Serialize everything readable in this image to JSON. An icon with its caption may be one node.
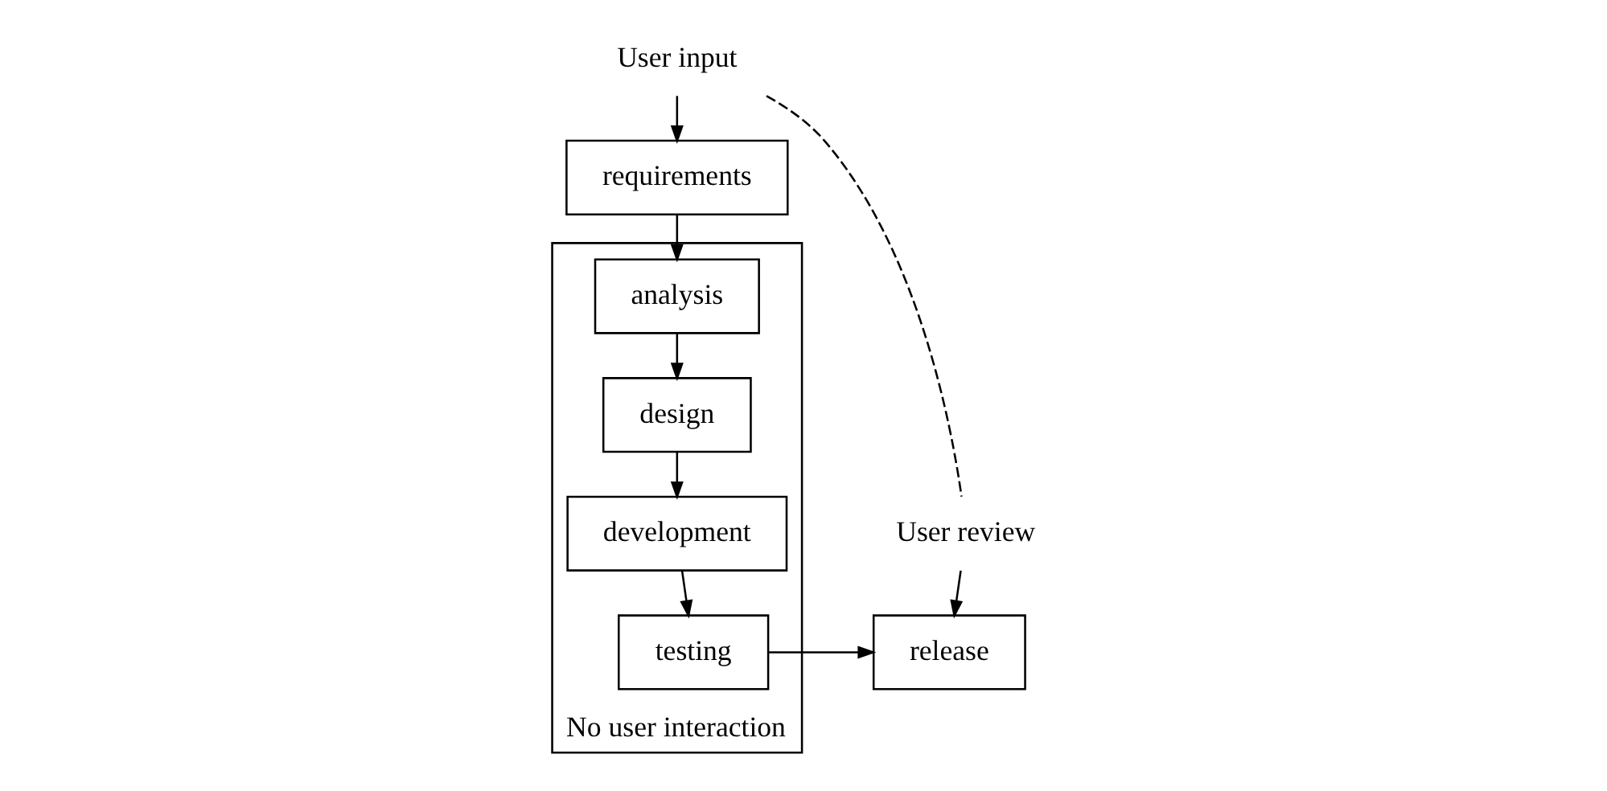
{
  "diagram": {
    "nodes": [
      {
        "text": [
          "requirements"
        ]
      },
      {
        "text": [
          "No user interaction"
        ]
      },
      {
        "text": [
          "analysis"
        ],
        "in": 1
      },
      {
        "text": [
          "design"
        ],
        "in": 1
      },
      {
        "text": [
          "development"
        ],
        "in": 1
      },
      {
        "text": [
          "testing"
        ],
        "in": 1
      },
      {
        "text": [
          "release"
        ]
      },
      {
        "text": [
          "User input"
        ]
      },
      {
        "text": [
          "User review"
        ]
      }
    ],
    "edges": [
      {
        "from": 0,
        "to": 2,
        "arrow": "to"
      },
      {
        "from": 2,
        "to": 3,
        "arrow": "to"
      },
      {
        "from": 3,
        "to": 4,
        "arrow": "to"
      },
      {
        "from": 4,
        "to": 5,
        "arrow": "to"
      },
      {
        "from": 5,
        "to": 6,
        "arrow": "to"
      },
      {
        "from": 7,
        "to": 0,
        "arrow": "to"
      },
      {
        "from": 8,
        "to": 6,
        "arrow": "to"
      },
      {
        "from": 7,
        "to": 8,
        "arrow": "none",
        "style": "dashed"
      }
    ]
  }
}
